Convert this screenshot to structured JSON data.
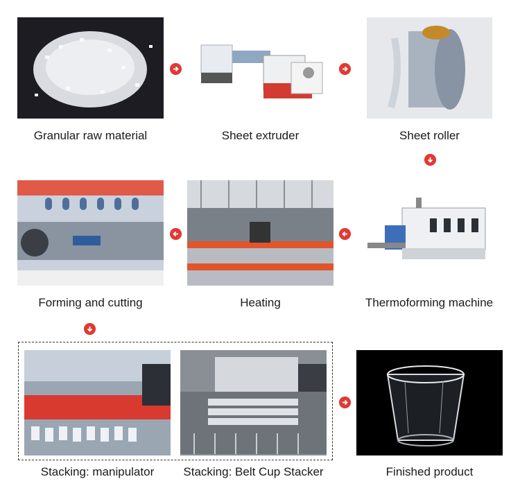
{
  "steps": [
    {
      "id": "granular",
      "label": "Granular raw material"
    },
    {
      "id": "extruder",
      "label": "Sheet extruder"
    },
    {
      "id": "roller",
      "label": "Sheet roller"
    },
    {
      "id": "thermo",
      "label": "Thermoforming machine"
    },
    {
      "id": "heating",
      "label": "Heating"
    },
    {
      "id": "forming",
      "label": "Forming and cutting"
    },
    {
      "id": "manipulator",
      "label": "Stacking: manipulator"
    },
    {
      "id": "belt",
      "label": "Stacking: Belt Cup Stacker"
    },
    {
      "id": "finished",
      "label": "Finished product"
    }
  ],
  "colors": {
    "arrow": "#e03a34"
  }
}
